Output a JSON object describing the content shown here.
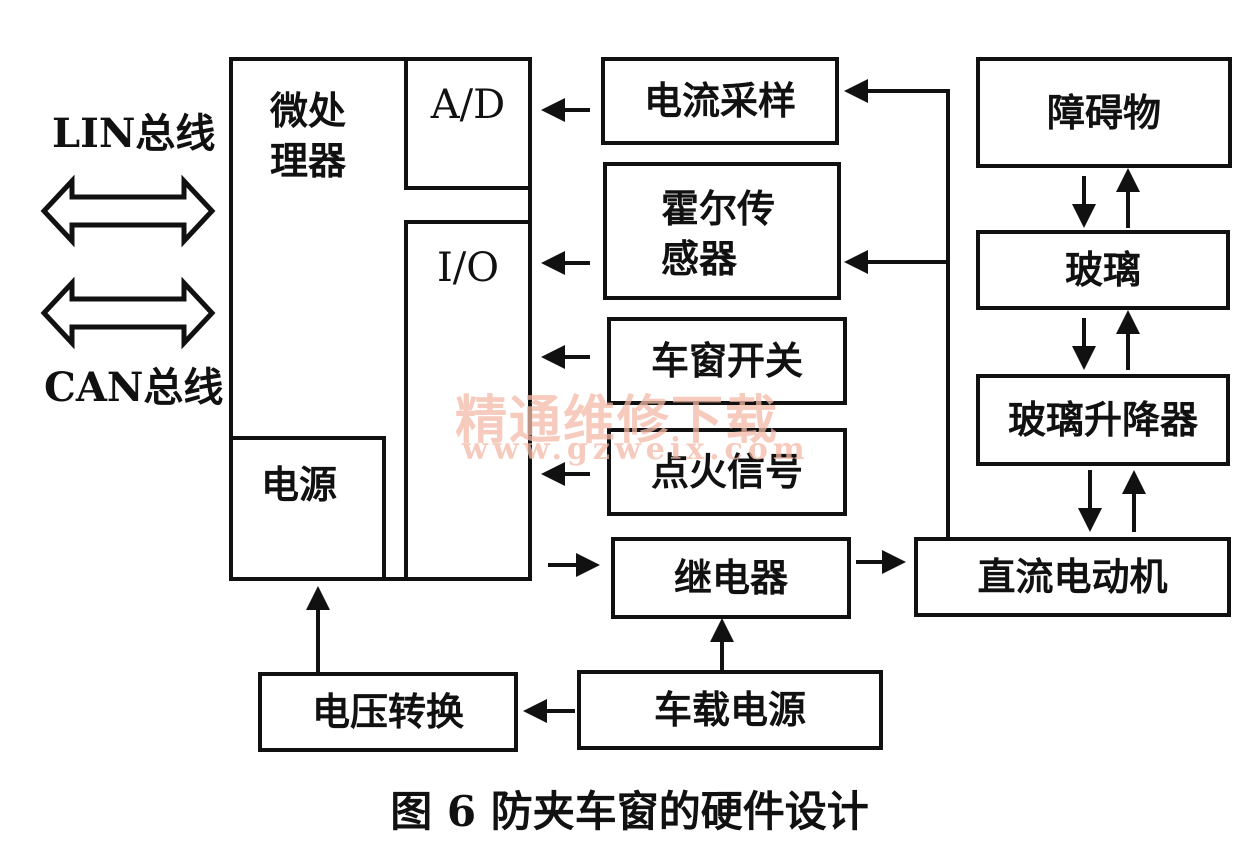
{
  "labels": {
    "lin_bus": "LIN总线",
    "can_bus": "CAN总线",
    "mcu_line1": "微处",
    "mcu_line2": "理器",
    "ad": "A/D",
    "io": "I/O",
    "mcu_power": "电源",
    "current_sampling": "电流采样",
    "hall_line1": "霍尔传",
    "hall_line2": "感器",
    "window_switch": "车窗开关",
    "ignition_signal": "点火信号",
    "relay": "继电器",
    "voltage_conversion": "电压转换",
    "vehicle_power": "车载电源",
    "obstacle": "障碍物",
    "glass": "玻璃",
    "window_lifter": "玻璃升降器",
    "dc_motor": "直流电动机"
  },
  "watermark": {
    "line1": "精通维修下载",
    "line2": "www.gzweix.com"
  },
  "caption": "图 6   防夹车窗的硬件设计"
}
